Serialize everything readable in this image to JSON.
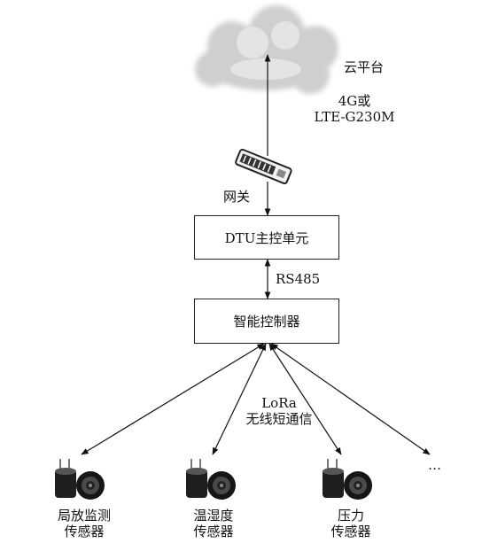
{
  "cloud": {
    "label": "云平台"
  },
  "link_cloud": {
    "line1": "4G或",
    "line2": "LTE-G230M"
  },
  "gateway": {
    "label": "网关"
  },
  "dtu": {
    "label": "DTU主控单元"
  },
  "link_bus": {
    "label": "RS485"
  },
  "controller": {
    "label": "智能控制器"
  },
  "link_wireless": {
    "line1": "LoRa",
    "line2": "无线短通信"
  },
  "sensors": [
    {
      "line1": "局放监测",
      "line2": "传感器"
    },
    {
      "line1": "温湿度",
      "line2": "传感器"
    },
    {
      "line1": "压力",
      "line2": "传感器"
    }
  ],
  "more": "…"
}
